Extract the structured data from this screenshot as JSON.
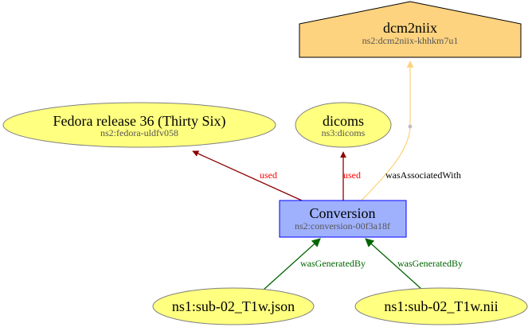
{
  "colors": {
    "entity_fill": "#ffff80",
    "entity_stroke": "#808080",
    "activity_fill": "#9fb1fc",
    "activity_stroke": "#0000ff",
    "agent_fill": "#fed37f",
    "agent_stroke": "#000000",
    "used_edge": "#8b0000",
    "used_label": "#ff0000",
    "generated_edge": "#006400",
    "associated_edge": "#fed37f"
  },
  "nodes": {
    "agent": {
      "title": "dcm2niix",
      "subtitle": "ns2:dcm2niix-khhkm7u1"
    },
    "fedora": {
      "title": "Fedora release 36 (Thirty Six)",
      "subtitle": "ns2:fedora-uldfv058"
    },
    "dicoms": {
      "title": "dicoms",
      "subtitle": "ns3:dicoms"
    },
    "conversion": {
      "title": "Conversion",
      "subtitle": "ns2:conversion-00f3a18f"
    },
    "json_file": {
      "title": "ns1:sub-02_T1w.json"
    },
    "nii_file": {
      "title": "ns1:sub-02_T1w.nii"
    }
  },
  "edges": {
    "used_fedora": "used",
    "used_dicoms": "used",
    "associated": "wasAssociatedWith",
    "generated_json": "wasGeneratedBy",
    "generated_nii": "wasGeneratedBy"
  }
}
